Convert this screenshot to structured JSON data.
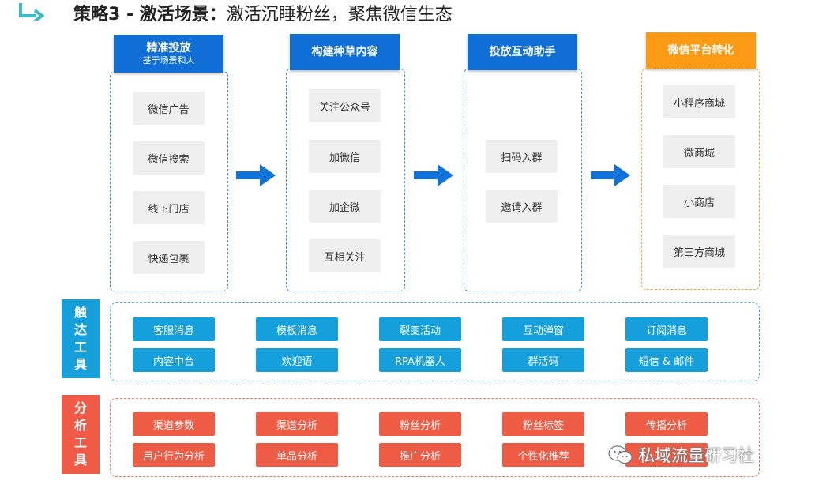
{
  "title": {
    "bold": "策略3 - 激活场景",
    "colon": "：",
    "rest": "激活沉睡粉丝，聚焦微信生态"
  },
  "columns": [
    {
      "header": "精准投放",
      "sub": "基于场景和人",
      "items": [
        "微信广告",
        "微信搜索",
        "线下门店",
        "快递包裹"
      ]
    },
    {
      "header": "构建种草内容",
      "sub": "",
      "items": [
        "关注公众号",
        "加微信",
        "加企微",
        "互相关注"
      ]
    },
    {
      "header": "投放互动助手",
      "sub": "",
      "items": [
        "扫码入群",
        "邀请入群"
      ]
    },
    {
      "header": "微信平台转化",
      "sub": "",
      "items": [
        "小程序商城",
        "微商城",
        "小商店",
        "第三方商城"
      ]
    }
  ],
  "touch_tools": {
    "label": [
      "触",
      "达",
      "工",
      "具"
    ],
    "row1": [
      "客服消息",
      "模板消息",
      "裂变活动",
      "互动弹窗",
      "订阅消息"
    ],
    "row2": [
      "内容中台",
      "欢迎语",
      "RPA机器人",
      "群活码",
      "短信 & 邮件"
    ]
  },
  "analysis_tools": {
    "label": [
      "分",
      "析",
      "工",
      "具"
    ],
    "row1": [
      "渠道参数",
      "渠道分析",
      "粉丝分析",
      "粉丝标签",
      "传播分析"
    ],
    "row2": [
      "用户行为分析",
      "单品分析",
      "推广分析",
      "个性化推荐",
      ""
    ]
  },
  "watermark": "私域流量研习社",
  "colors": {
    "blue": "#0f6fd6",
    "orange": "#fb9a14",
    "cyan": "#15a0dc",
    "red": "#ef5c45"
  }
}
